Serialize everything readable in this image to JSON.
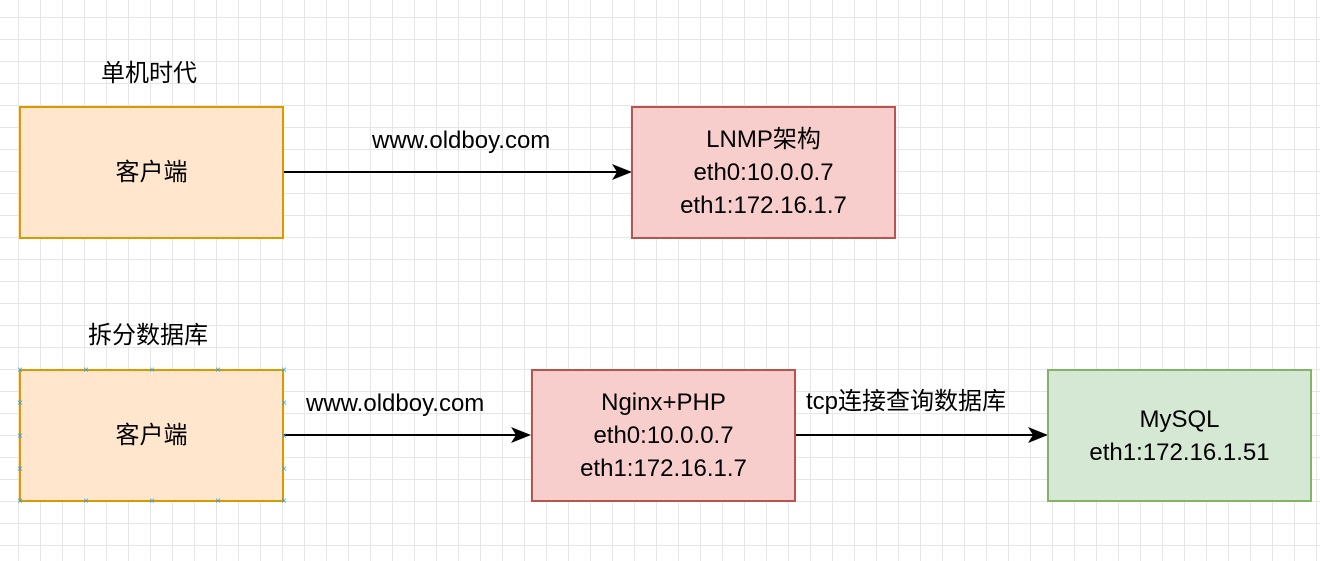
{
  "sections": {
    "single_title": "单机时代",
    "split_title": "拆分数据库"
  },
  "single": {
    "client_label": "客户端",
    "edge_label": "www.oldboy.com",
    "server_lines": [
      "LNMP架构",
      "eth0:10.0.0.7",
      "eth1:172.16.1.7"
    ]
  },
  "split": {
    "client_label": "客户端",
    "edge1_label": "www.oldboy.com",
    "web_lines": [
      "Nginx+PHP",
      "eth0:10.0.0.7",
      "eth1:172.16.1.7"
    ],
    "edge2_label": "tcp连接查询数据库",
    "db_lines": [
      "MySQL",
      "eth1:172.16.1.51"
    ]
  },
  "colors": {
    "client_fill": "#ffe6cc",
    "client_stroke": "#d79b00",
    "server_fill": "#f8cecc",
    "server_stroke": "#b85450",
    "db_fill": "#d5e8d4",
    "db_stroke": "#82b366",
    "selection_handle": "#29a0ea"
  }
}
